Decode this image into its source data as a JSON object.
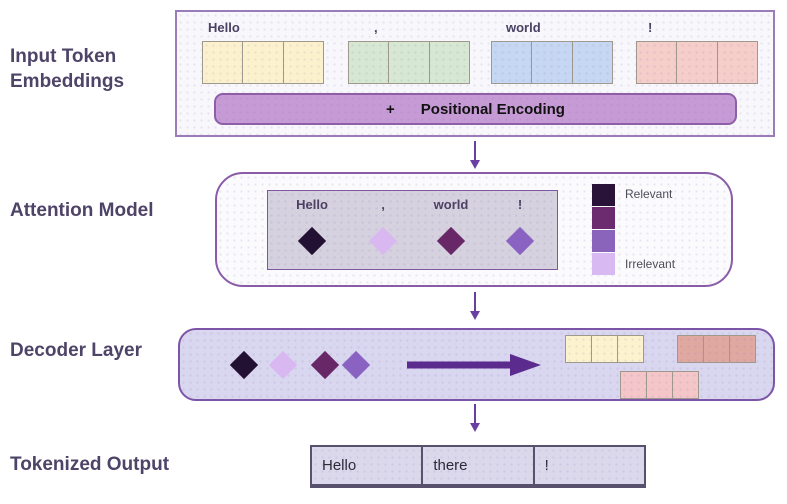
{
  "sections": {
    "input": {
      "label": "Input Token Embeddings",
      "tokens": [
        {
          "text": "Hello",
          "color": "#fbf2cd"
        },
        {
          "text": ",",
          "color": "#d6e7d2"
        },
        {
          "text": "world",
          "color": "#c5d7f2"
        },
        {
          "text": "!",
          "color": "#f5cdc9"
        }
      ],
      "positional_encoding": {
        "plus": "+",
        "label": "Positional Encoding"
      }
    },
    "attention": {
      "label": "Attention Model",
      "tokens": [
        {
          "text": "Hello",
          "color": "#231133"
        },
        {
          "text": ",",
          "color": "#d9b8f2"
        },
        {
          "text": "world",
          "color": "#682867"
        },
        {
          "text": "!",
          "color": "#8a62c2"
        }
      ],
      "legend": {
        "colors": [
          "#2a1338",
          "#6c2b6e",
          "#8a63bb",
          "#d9b9f2"
        ],
        "top_label": "Relevant",
        "bottom_label": "Irrelevant"
      }
    },
    "decoder": {
      "label": "Decoder Layer",
      "diamond_colors": [
        "#231133",
        "#d9b8f2",
        "#682867",
        "#8a62c2"
      ],
      "token_colors": [
        "#fcf3ce",
        "#dfa9a2",
        "#f4c6ca"
      ]
    },
    "output": {
      "label": "Tokenized Output",
      "cells": [
        "Hello",
        "there",
        "!"
      ]
    }
  },
  "colors": {
    "arrow": "#6b3fa0",
    "decoder_arrow": "#5b2b8e"
  }
}
